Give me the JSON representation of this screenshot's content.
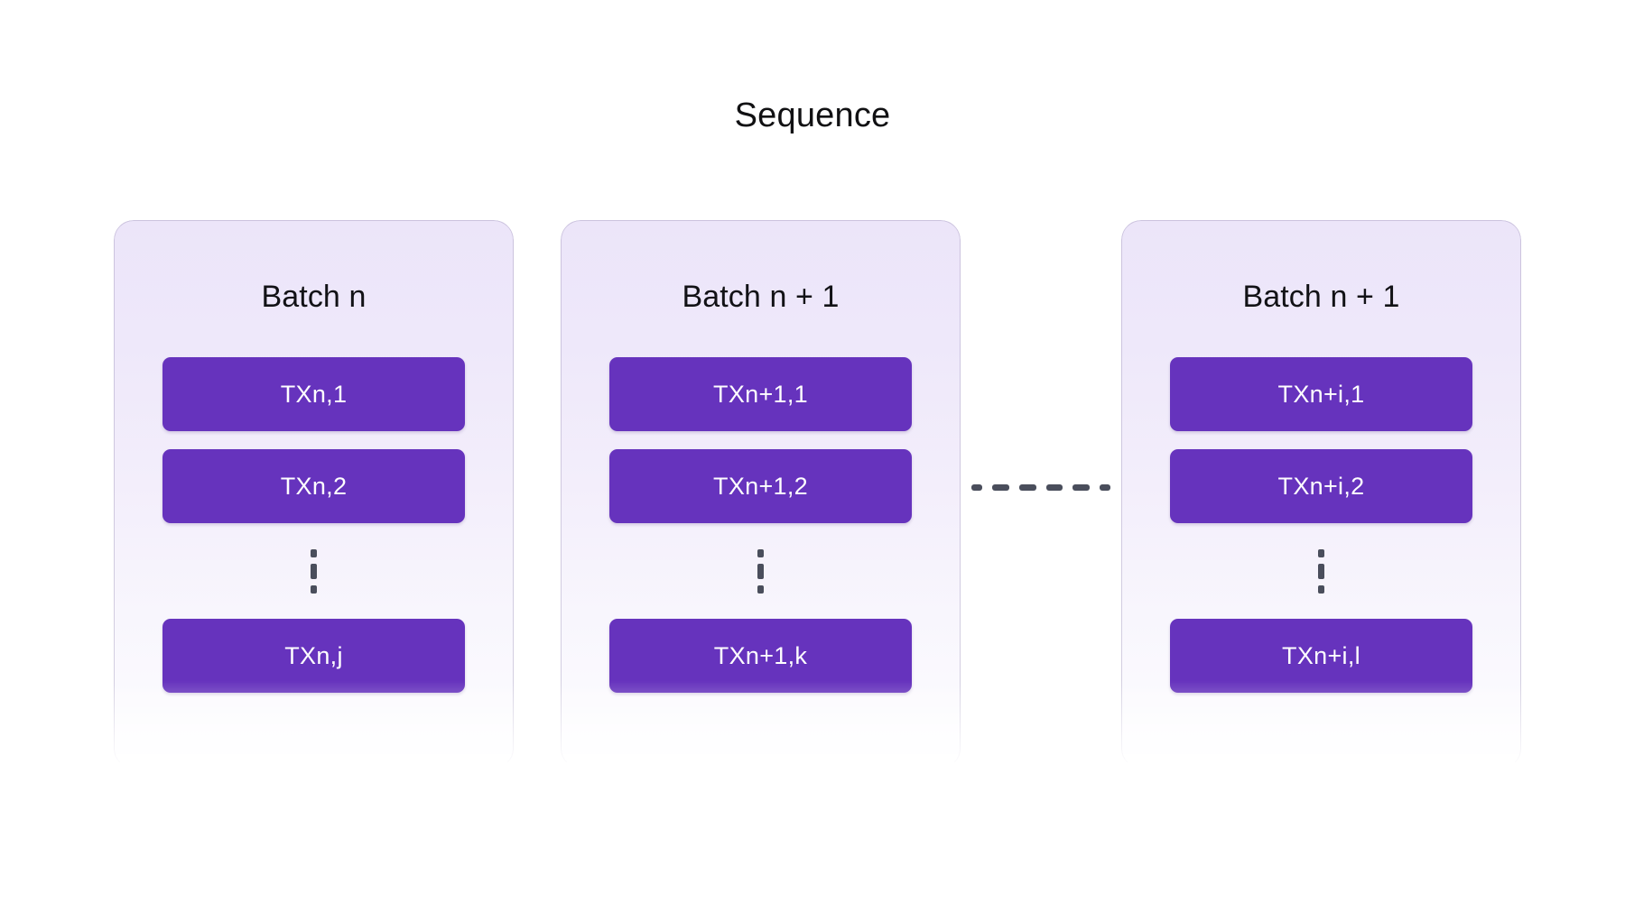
{
  "diagram": {
    "title": "Sequence",
    "type": "batch-sequence-diagram",
    "colors": {
      "transaction_fill": "#6633bd",
      "transaction_text": "#ffffff",
      "card_background_top": "#ece5f9",
      "card_background_bottom": "#fdfdff",
      "card_border": "#968cb4",
      "title_text": "#111113",
      "connector": "#4a4e5c",
      "ellipsis": "#4a4e5c",
      "page_background": "#ffffff"
    },
    "batches": [
      {
        "title": "Batch n",
        "transactions_top": [
          "TXn,1",
          "TXn,2"
        ],
        "ellipsis": "vertical-ellipsis",
        "transactions_bottom": [
          "TXn,j"
        ]
      },
      {
        "title": "Batch n + 1",
        "transactions_top": [
          "TXn+1,1",
          "TXn+1,2"
        ],
        "ellipsis": "vertical-ellipsis",
        "transactions_bottom": [
          "TXn+1,k"
        ]
      },
      {
        "title": "Batch n + 1",
        "transactions_top": [
          "TXn+i,1",
          "TXn+i,2"
        ],
        "ellipsis": "vertical-ellipsis",
        "transactions_bottom": [
          "TXn+i,l"
        ]
      }
    ],
    "connector": {
      "style": "dashed-horizontal",
      "between": [
        "Batch n + 1",
        "Batch n + 1"
      ],
      "dash_count": 6
    }
  }
}
